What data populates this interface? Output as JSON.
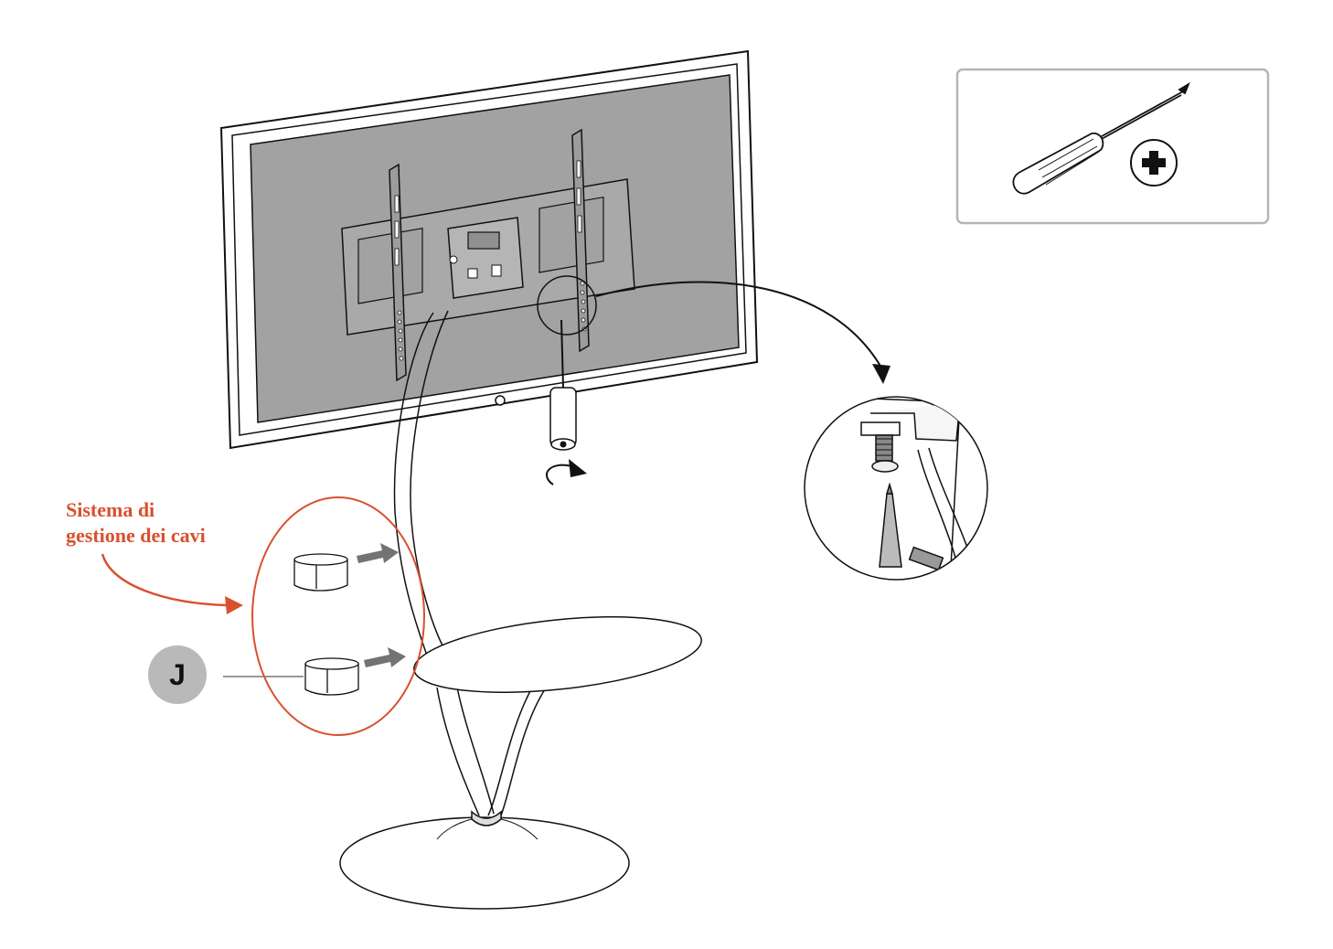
{
  "callout": {
    "line1": "Sistema di",
    "line2": "gestione dei cavi"
  },
  "part_label": "J",
  "tool": {
    "icon": "phillips-screwdriver-icon",
    "tip": "phillips-plus-icon"
  },
  "colors": {
    "accent": "#d9502e",
    "screen_fill": "#a2a2a2",
    "badge_fill": "#b9b9b9",
    "arrow_fill": "#737373",
    "line": "#111111"
  }
}
